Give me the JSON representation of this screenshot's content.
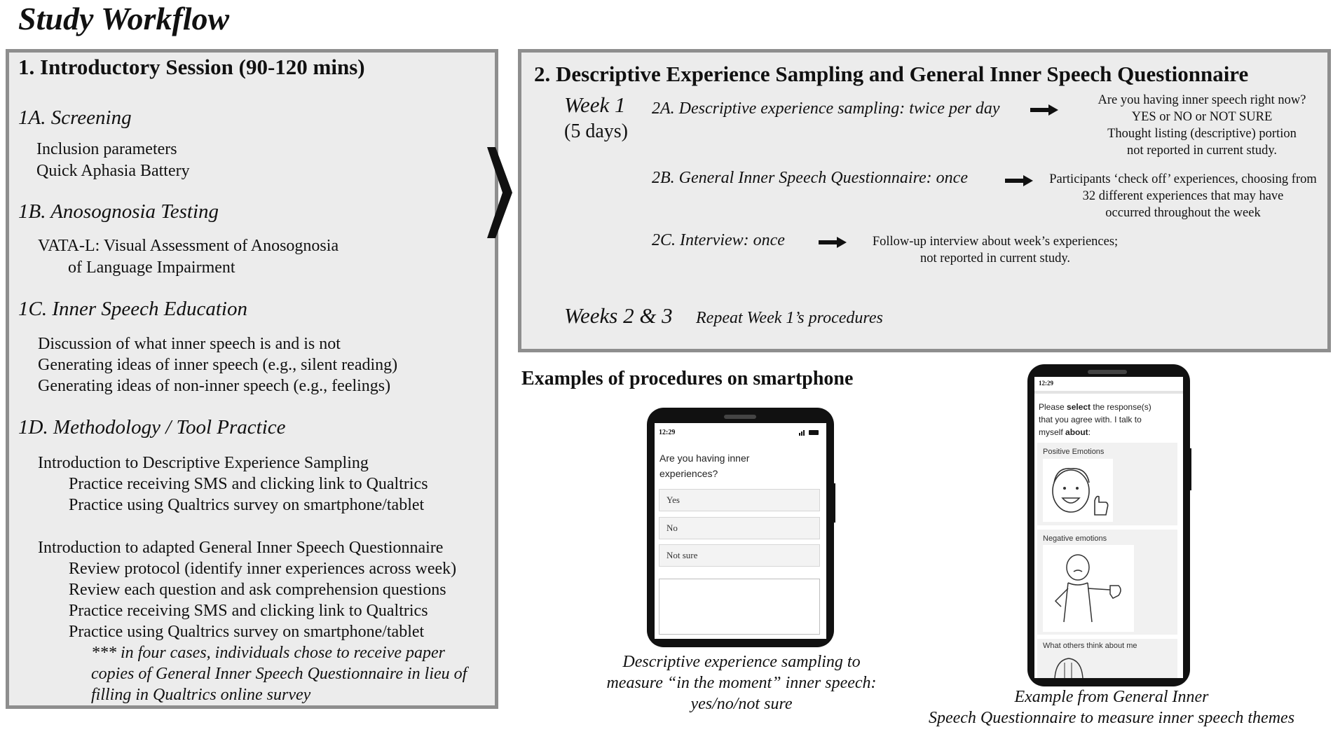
{
  "title": "Study Workflow",
  "left_panel": {
    "title": "1. Introductory Session (90-120 mins)",
    "screening": {
      "heading": "1A. Screening",
      "items": [
        "Inclusion parameters",
        "Quick Aphasia Battery"
      ]
    },
    "anosognosia": {
      "heading": "1B. Anosognosia Testing",
      "line1": "VATA-L: Visual Assessment of Anosognosia",
      "line2": "of Language Impairment"
    },
    "education": {
      "heading": "1C. Inner Speech Education",
      "items": [
        "Discussion of what inner speech is and is not",
        "Generating ideas of inner speech (e.g., silent reading)",
        "Generating ideas of non-inner speech (e.g., feelings)"
      ]
    },
    "methodology": {
      "heading": "1D. Methodology / Tool Practice",
      "des_intro": "Introduction to Descriptive Experience Sampling",
      "des_items": [
        "Practice receiving SMS and clicking link to Qualtrics",
        "Practice using Qualtrics survey on smartphone/tablet"
      ],
      "gisq_intro": "Introduction to adapted General Inner Speech Questionnaire",
      "gisq_items": [
        "Review protocol (identify inner experiences across week)",
        "Review each question and ask comprehension questions",
        "Practice receiving SMS and clicking link to Qualtrics",
        "Practice using Qualtrics survey on smartphone/tablet"
      ],
      "note": [
        "*** in four cases, individuals chose to receive paper",
        "copies of General Inner Speech Questionnaire in lieu of",
        "filling in Qualtrics online survey"
      ]
    }
  },
  "right_panel": {
    "title": "2. Descriptive Experience Sampling and General Inner Speech Questionnaire",
    "week1_label": "Week 1",
    "week1_days": "(5 days)",
    "step_2a": "2A. Descriptive experience sampling: twice per day",
    "step_2a_outcome": [
      "Are you having inner speech right now?",
      "YES or NO or NOT SURE",
      "Thought listing (descriptive) portion",
      "not reported in current study."
    ],
    "step_2b": "2B. General Inner Speech Questionnaire: once",
    "step_2b_outcome": [
      "Participants ‘check off’ experiences, choosing from",
      "32 different experiences that may have",
      "occurred throughout the week"
    ],
    "step_2c": "2C. Interview: once",
    "step_2c_outcome": [
      "Follow-up interview about week’s experiences;",
      "not reported in current study."
    ],
    "weeks23_label": "Weeks 2 & 3",
    "weeks23_text": "Repeat Week 1’s procedures"
  },
  "examples": {
    "title": "Examples of procedures on smartphone",
    "phone1": {
      "time": "12:29",
      "question": [
        "Are you having inner",
        "experiences?"
      ],
      "options": [
        "Yes",
        "No",
        "Not sure"
      ],
      "caption": [
        "Descriptive experience sampling to",
        "measure “in the moment” inner speech:",
        "yes/no/not sure"
      ]
    },
    "phone2": {
      "time": "12:29",
      "prompt_parts": [
        "Please ",
        "select",
        " the response(s)"
      ],
      "prompt_line2": "that you agree with.  I talk to",
      "prompt_line3_parts": [
        "myself ",
        "about",
        ":"
      ],
      "categories": [
        "Positive Emotions",
        "Negative emotions",
        "What others think about me"
      ],
      "caption": [
        "Example from General Inner",
        "Speech Questionnaire to measure inner speech themes"
      ]
    }
  }
}
